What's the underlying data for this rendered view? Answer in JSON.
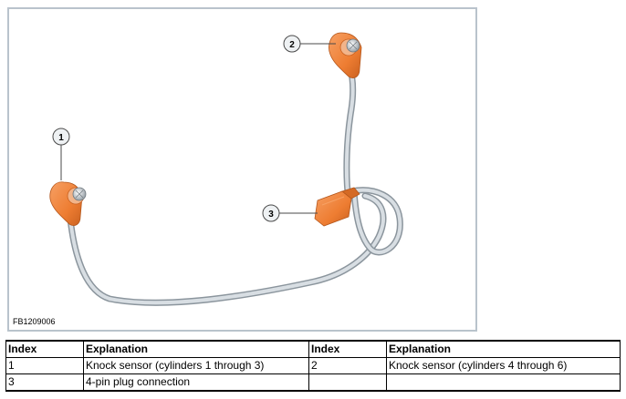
{
  "figure": {
    "id_label": "FB1209006",
    "callouts": [
      "1",
      "2",
      "3"
    ]
  },
  "legend": {
    "headers": [
      "Index",
      "Explanation",
      "Index",
      "Explanation"
    ],
    "rows": [
      [
        "1",
        "Knock sensor (cylinders 1 through 3)",
        "2",
        "Knock sensor (cylinders 4 through 6)"
      ],
      [
        "3",
        "4-pin plug connection",
        "",
        ""
      ]
    ]
  },
  "colors": {
    "sensor_orange": "#ee7d32",
    "cable_grey": "#c4cdd4",
    "frame_border": "#b9c3cc"
  }
}
